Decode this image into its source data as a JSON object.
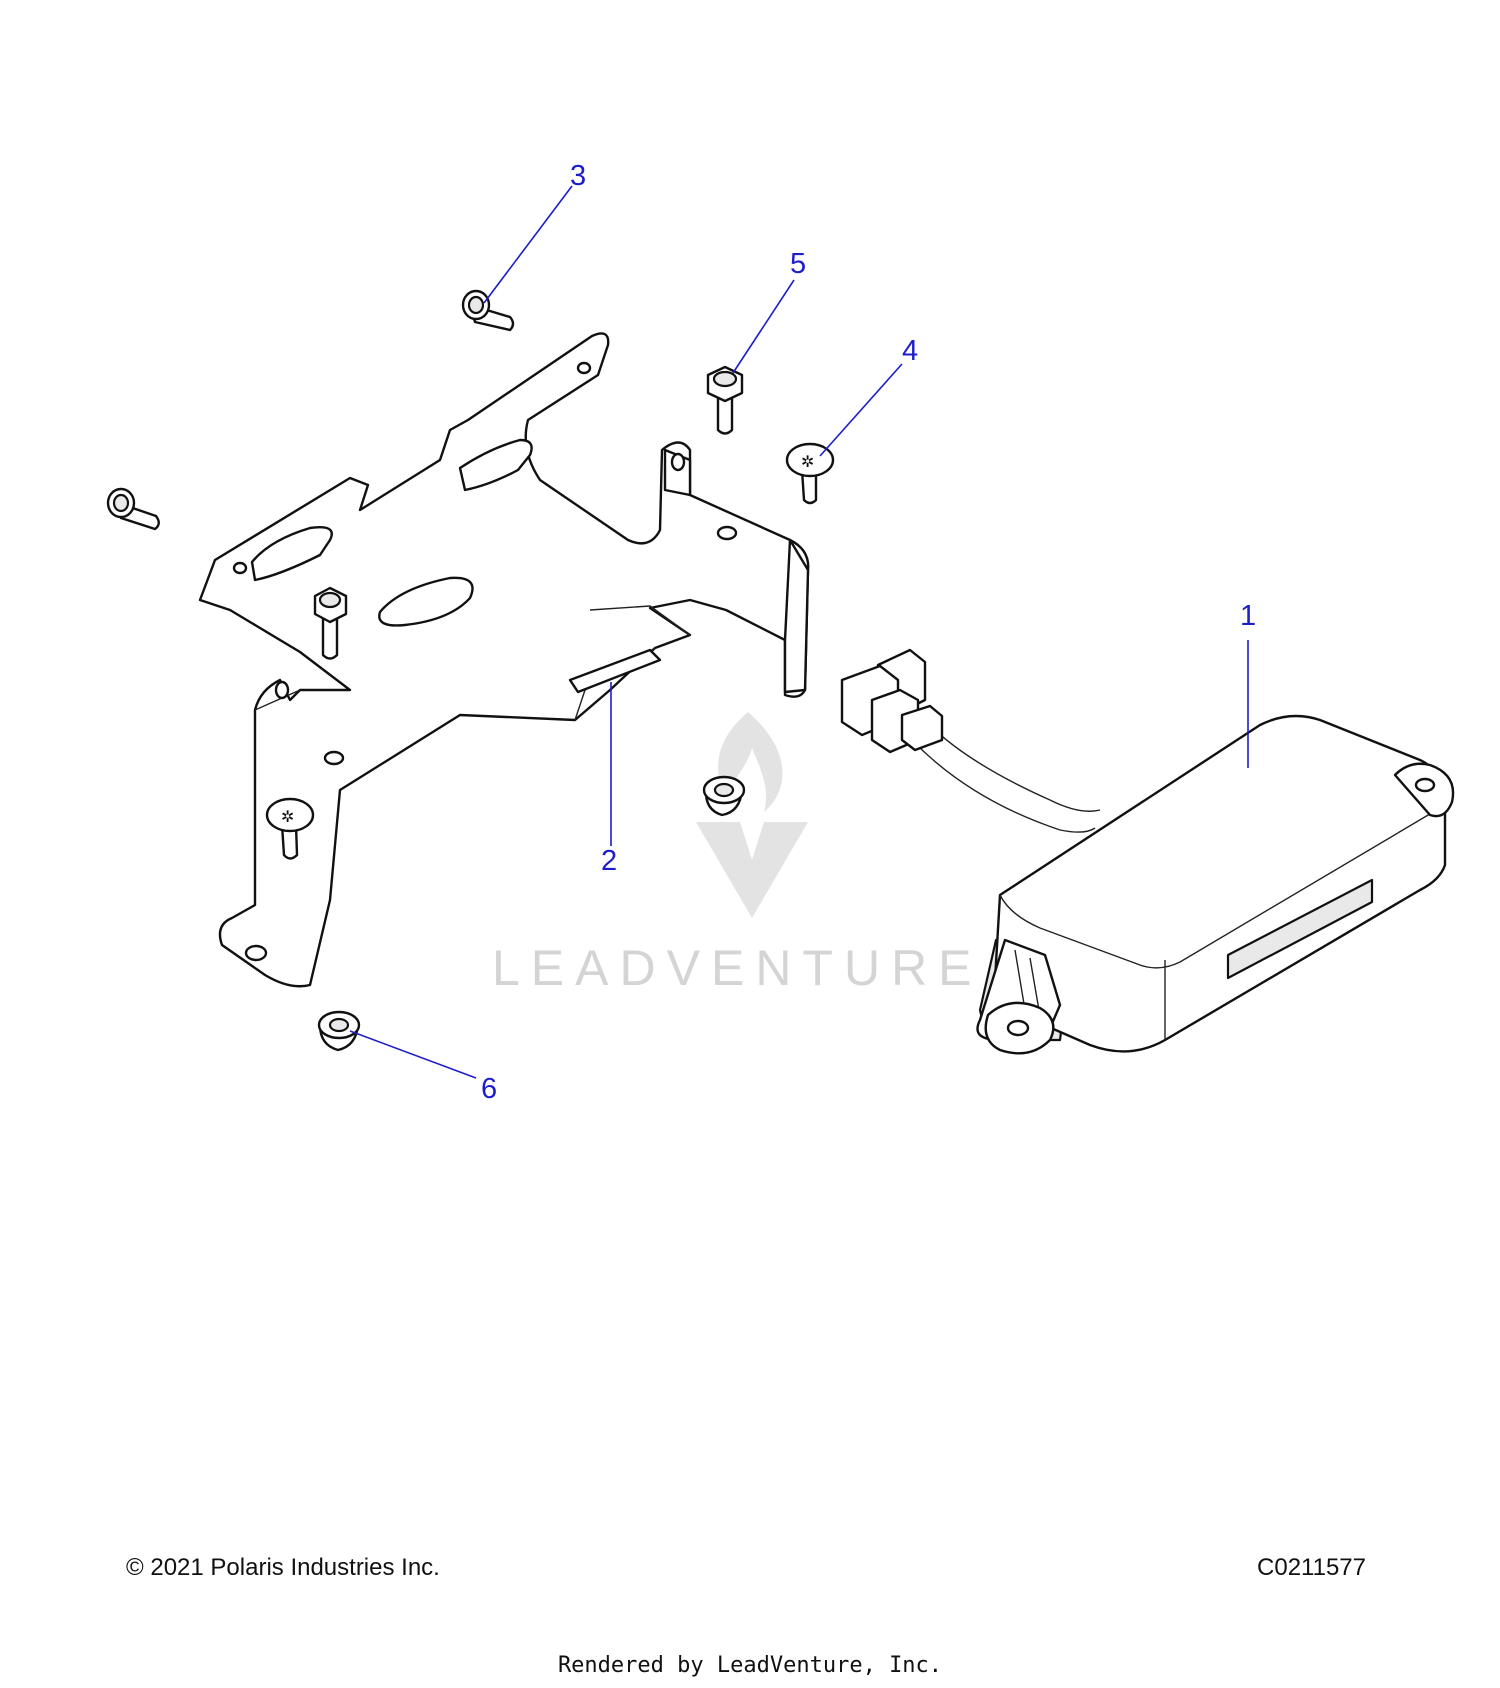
{
  "callouts": [
    {
      "id": "1",
      "label": "1"
    },
    {
      "id": "2",
      "label": "2"
    },
    {
      "id": "3",
      "label": "3"
    },
    {
      "id": "4",
      "label": "4"
    },
    {
      "id": "5",
      "label": "5"
    },
    {
      "id": "6",
      "label": "6"
    }
  ],
  "watermark": {
    "text": "LEADVENTURE"
  },
  "footer": {
    "copyright": "© 2021 Polaris Industries Inc.",
    "drawing_code": "C0211577",
    "rendered_by": "Rendered by LeadVenture, Inc."
  },
  "colors": {
    "callout": "#1d1dcc",
    "line": "#111111",
    "watermark": "#d4d4d4"
  }
}
